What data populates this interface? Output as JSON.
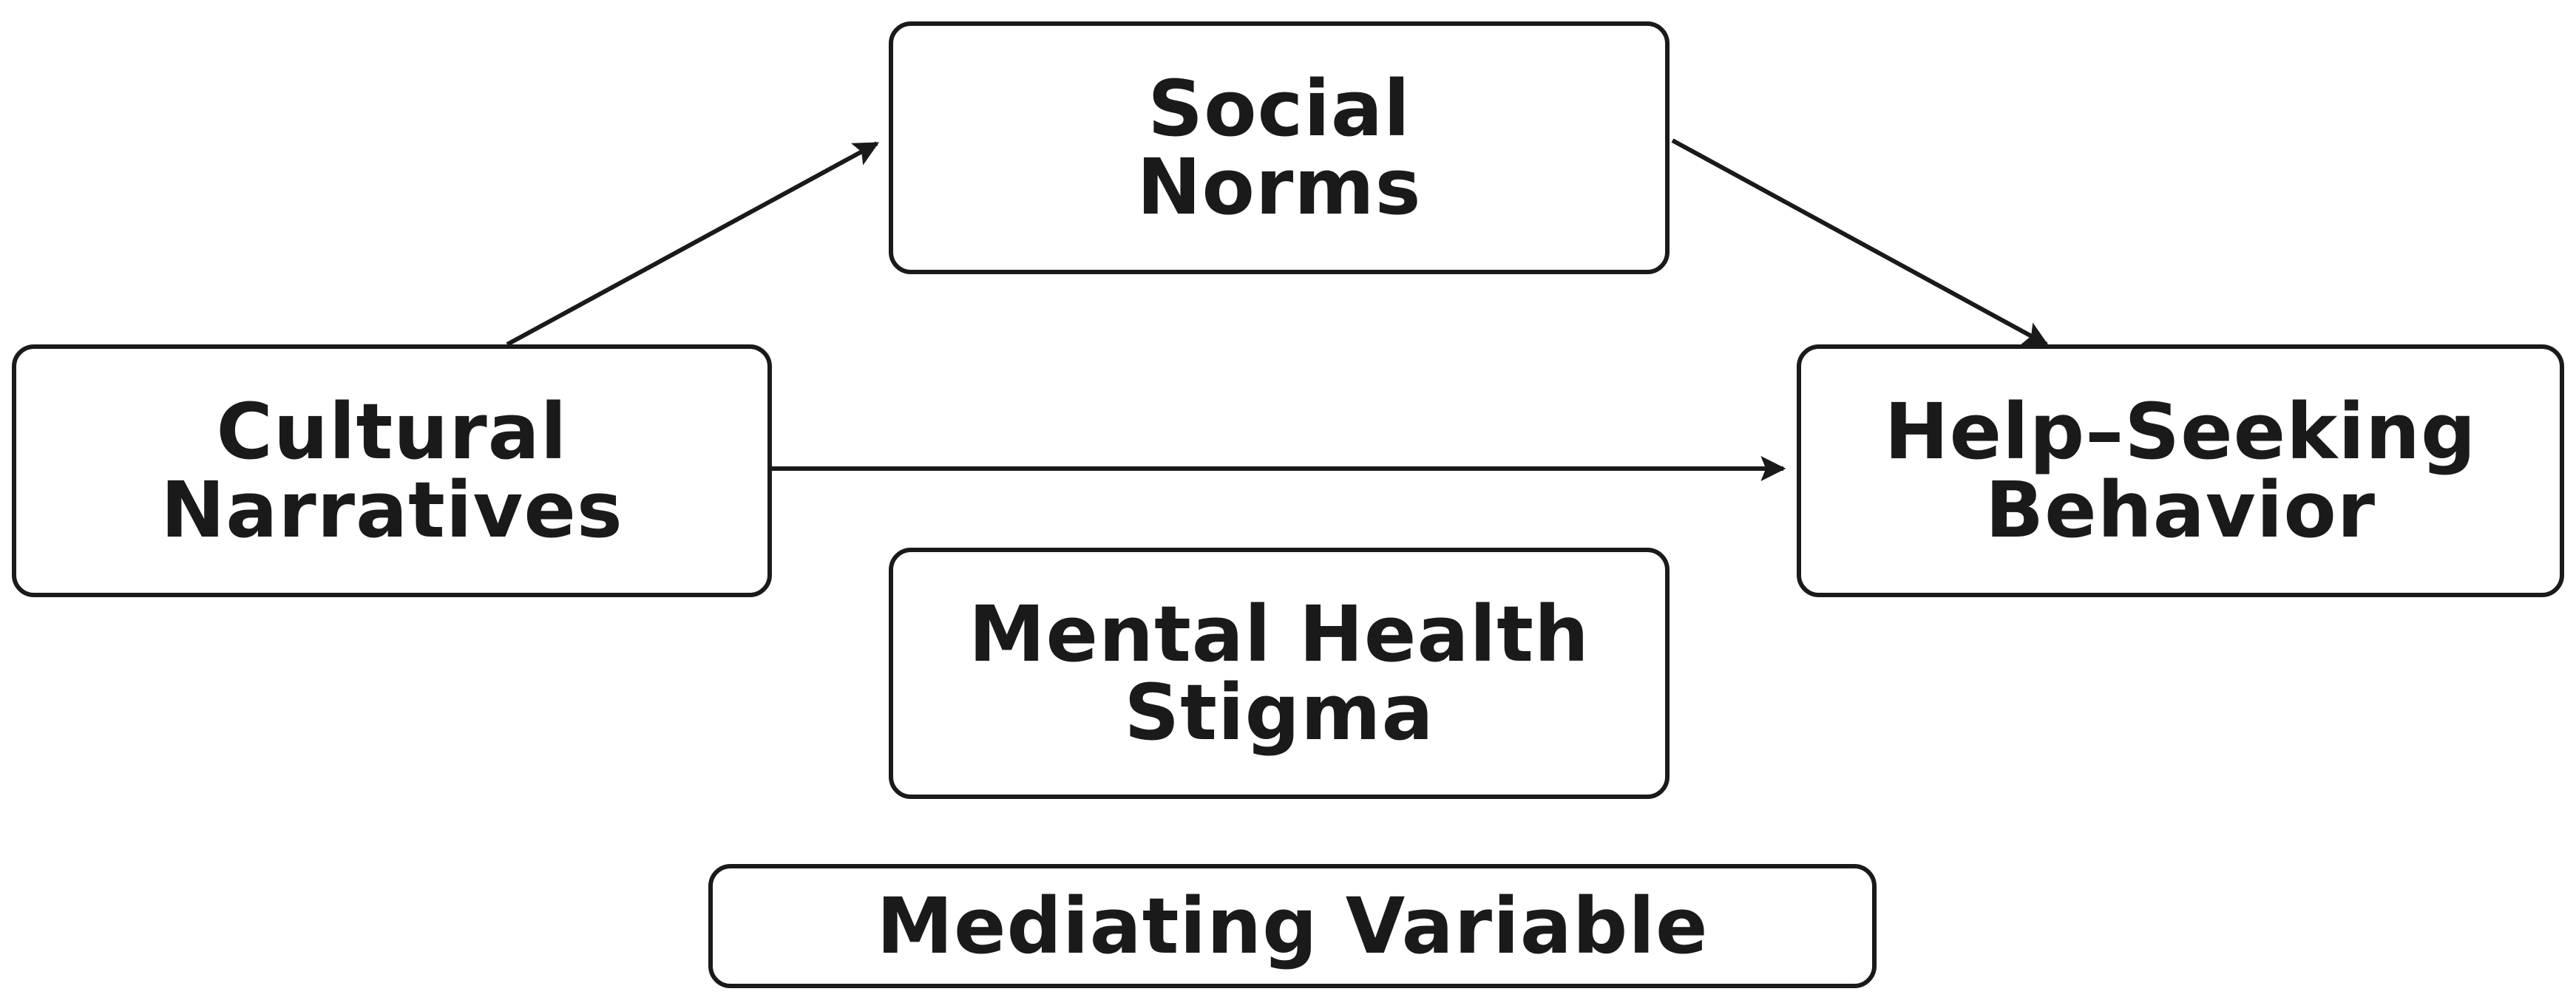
{
  "diagram": {
    "nodes": {
      "social_norms": {
        "line1": "Social",
        "line2": "Norms"
      },
      "cultural_narratives": {
        "line1": "Cultural",
        "line2": "Narratives"
      },
      "help_seeking": {
        "line1": "Help–Seeking",
        "line2": "Behavior"
      },
      "stigma": {
        "line1": "Mental Health",
        "line2": "Stigma"
      },
      "mediating": {
        "label": "Mediating Variable"
      }
    },
    "edges": [
      {
        "from": "cultural_narratives",
        "to": "social_norms"
      },
      {
        "from": "social_norms",
        "to": "help_seeking"
      },
      {
        "from": "cultural_narratives",
        "to": "help_seeking"
      }
    ],
    "colors": {
      "stroke": "#1a1a1a",
      "background": "#ffffff"
    }
  }
}
